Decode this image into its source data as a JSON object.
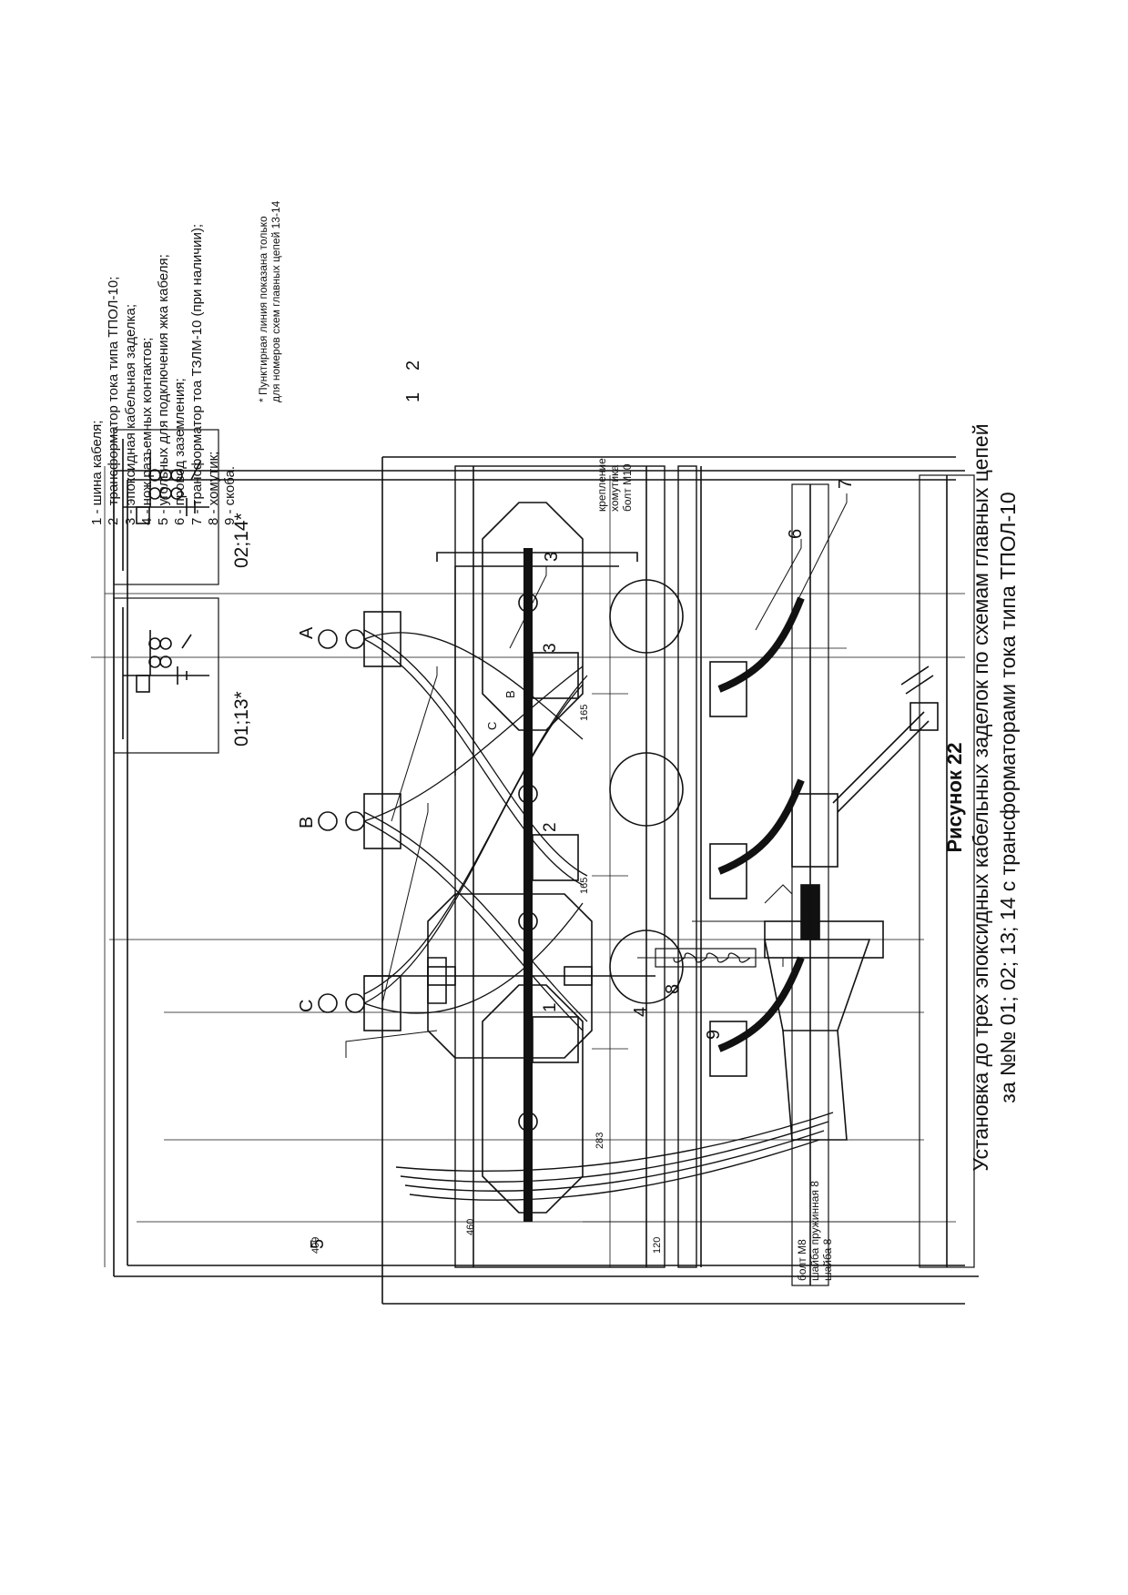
{
  "figure": {
    "title": "Рисунок 22",
    "caption_line1": "Установка до трех эпоксидных кабельных заделок по схемам главных цепей",
    "caption_line2": "за №№ 01; 02; 13; 14 с трансформаторами тока типа ТПОЛ-10"
  },
  "legend": [
    "1 - шина кабеля;",
    "2 - трансформатор тока типа ТПОЛ-10;",
    "3 - эпоксидная кабельная заделка;",
    "4 - нож разъемных контактов;",
    "5 - угольных для подключения жка кабеля;",
    "6 - провод заземления;",
    "7 - трансформатор тоа ТЗЛМ-10 (при наличии);",
    "8 - хомутик;",
    "9 - скоба."
  ],
  "footnote": {
    "line1": "* Пунктирная линия показана только",
    "line2": "для номеров схем главных цепей 13-14"
  },
  "schemes": {
    "left": "01;13*",
    "right": "02;14*"
  },
  "phases": {
    "a": "A",
    "b": "B",
    "c": "C"
  },
  "front_view": {
    "callouts": {
      "n1": "1",
      "n2": "2",
      "n3": "3",
      "n6": "6",
      "n7": "7"
    },
    "cable_numbers": {
      "k1": "1",
      "k2": "2",
      "k3": "3"
    },
    "wire_letters": {
      "a": "A",
      "b": "B",
      "c": "C"
    },
    "mount_note": {
      "line1": "крепление",
      "line2": "хомутика",
      "line3": "болт М10"
    },
    "dims": {
      "d165a": "165",
      "d165b": "165",
      "d283": "283"
    }
  },
  "side_view": {
    "callouts": {
      "n4": "4",
      "n5": "5",
      "n8": "8",
      "n9": "9"
    },
    "dims": {
      "d409": "409",
      "d460": "460",
      "d120": "120"
    },
    "bolt_note": {
      "line1": "болт М8",
      "line2": "шайба пружинная 8",
      "line3": "шайба 8"
    }
  }
}
